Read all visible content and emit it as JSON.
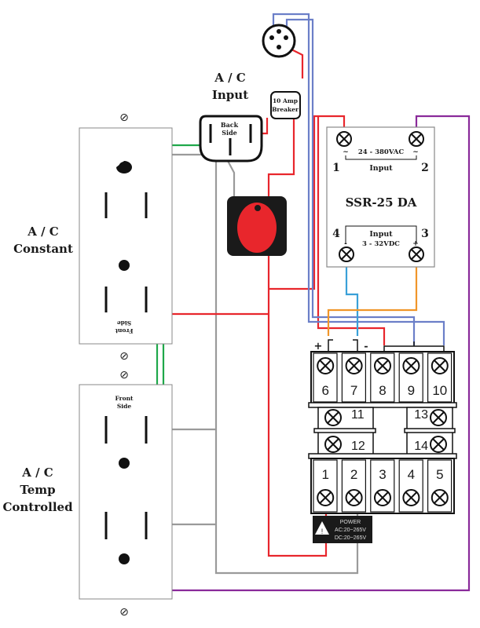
{
  "labels": {
    "ac_input": [
      "A / C",
      "Input"
    ],
    "ac_constant": [
      "A / C",
      "Constant"
    ],
    "ac_temp": [
      "A / C",
      "Temp",
      "Controlled"
    ],
    "back_side": [
      "Back",
      "Side"
    ],
    "front_side": [
      "Front",
      "Side"
    ],
    "breaker": [
      "10 Amp",
      "Breaker"
    ]
  },
  "ssr": {
    "model": "SSR-25 DA",
    "ac_range": "24 - 380VAC",
    "ac_label": "Input",
    "dc_label": "Input",
    "dc_range": "3 - 32VDC",
    "terminals": [
      "1",
      "2",
      "3",
      "4"
    ],
    "tilde": "~",
    "plus": "+",
    "minus": "-"
  },
  "controller": {
    "top_terminals": [
      "6",
      "7",
      "8",
      "9",
      "10"
    ],
    "mid_left": [
      "11",
      "12"
    ],
    "mid_right": [
      "13",
      "14"
    ],
    "bottom_terminals": [
      "1",
      "2",
      "3",
      "4",
      "5"
    ],
    "plus": "+",
    "minus": "-",
    "power": [
      "POWER",
      "AC:20~265V",
      "DC:20~265V"
    ]
  },
  "colors": {
    "hot": "#e8262c",
    "neutral": "#9a9a9a",
    "ground": "#1fa84a",
    "switched": "#8a2a9a",
    "signal_pos": "#f0962a",
    "signal_neg": "#3aa0d8",
    "sensor": "#6b7fc8"
  }
}
